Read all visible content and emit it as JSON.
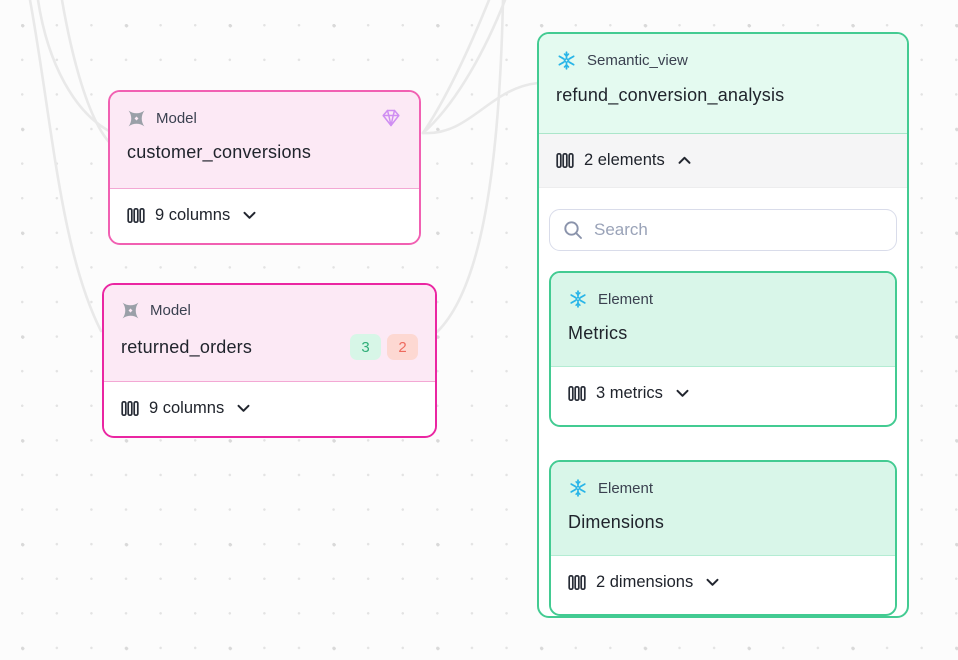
{
  "theme": {
    "canvas-bg": "#fcfcfc",
    "dot-color": "#d9d9d9",
    "edge-color": "#e9e9e9",
    "model-border": "#f160b2",
    "model-border-selected": "#ea26a2",
    "model-header-bg": "#fce9f5",
    "semantic-border": "#43cb92",
    "semantic-header-bg": "#e4faf0",
    "element-header-bg": "#d9f6e9",
    "row-gray-bg": "#f5f5f6",
    "snowflake-blue": "#29b5e8",
    "gem-purple": "#cf8ef2",
    "model-icon-gray": "#9aa0a8",
    "columns-icon-color": "#262b35",
    "search-icon-color": "#8a93ab",
    "badge-green-bg": "#d7f6e7",
    "badge-green-text": "#2fae78",
    "badge-red-bg": "#fdd8d2",
    "badge-red-text": "#ee6a5e",
    "text-dark": "#20242c",
    "text-label": "#3b4150",
    "search-placeholder": "#9aa3b8"
  },
  "nodes": {
    "customer_conversions": {
      "type_label": "Model",
      "title": "customer_conversions",
      "footer_label": "9 columns"
    },
    "returned_orders": {
      "type_label": "Model",
      "title": "returned_orders",
      "badge_green": "3",
      "badge_red": "2",
      "footer_label": "9 columns"
    },
    "semantic_view": {
      "type_label": "Semantic_view",
      "title": "refund_conversion_analysis",
      "elements_label": "2 elements",
      "search_placeholder": "Search",
      "children": {
        "metrics": {
          "type_label": "Element",
          "title": "Metrics",
          "footer_label": "3 metrics"
        },
        "dimensions": {
          "type_label": "Element",
          "title": "Dimensions",
          "footer_label": "2 dimensions"
        }
      }
    }
  }
}
